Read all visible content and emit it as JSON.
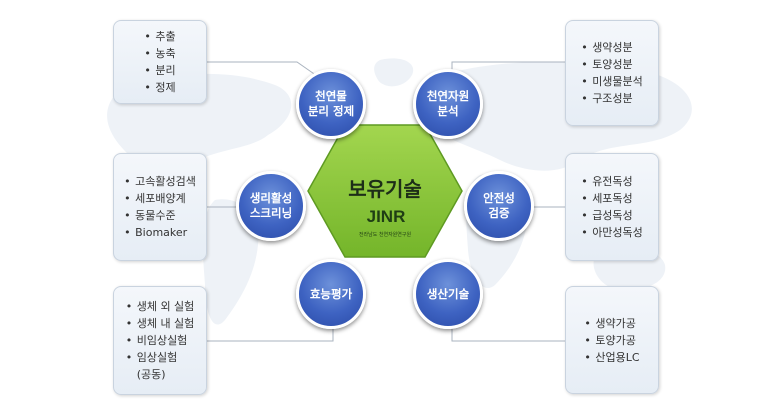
{
  "center": {
    "title": "보유기술",
    "logo_text": "JINR",
    "logo_subtitle": "전라남도 천연자원연구원"
  },
  "circles": [
    {
      "id": "natural-separation",
      "lines": [
        "천연물",
        "분리 정제"
      ]
    },
    {
      "id": "natural-resource-analysis",
      "lines": [
        "천연자원",
        "분석"
      ]
    },
    {
      "id": "bioactivity-screening",
      "lines": [
        "생리활성",
        "스크리닝"
      ]
    },
    {
      "id": "safety-verification",
      "lines": [
        "안전성",
        "검증"
      ]
    },
    {
      "id": "efficacy-evaluation",
      "lines": [
        "효능평가"
      ]
    },
    {
      "id": "production-technology",
      "lines": [
        "생산기술"
      ]
    }
  ],
  "boxes": [
    {
      "id": "separation",
      "items": [
        "추출",
        "농축",
        "분리",
        "정제"
      ]
    },
    {
      "id": "analysis",
      "items": [
        "생약성분",
        "토양성분",
        "미생물분석",
        "구조성분"
      ]
    },
    {
      "id": "screening",
      "items": [
        "고속활성검색",
        "세포배양계",
        "동물수준",
        "Biomaker"
      ]
    },
    {
      "id": "safety",
      "items": [
        "유전독성",
        "세포독성",
        "급성독성",
        "아만성독성"
      ]
    },
    {
      "id": "efficacy",
      "items": [
        "생체 외 실험",
        "생체 내 실험",
        "비임상실험",
        "임상실험"
      ],
      "last_sub": "(공동)"
    },
    {
      "id": "production",
      "items": [
        "생약가공",
        "토양가공",
        "산업용LC"
      ]
    }
  ],
  "colors": {
    "hex_fill": "#8ac43f",
    "circle_fill": "#3e63c2",
    "box_border": "#c9d3df",
    "logo": "#1f3e14"
  },
  "bullet": "•"
}
